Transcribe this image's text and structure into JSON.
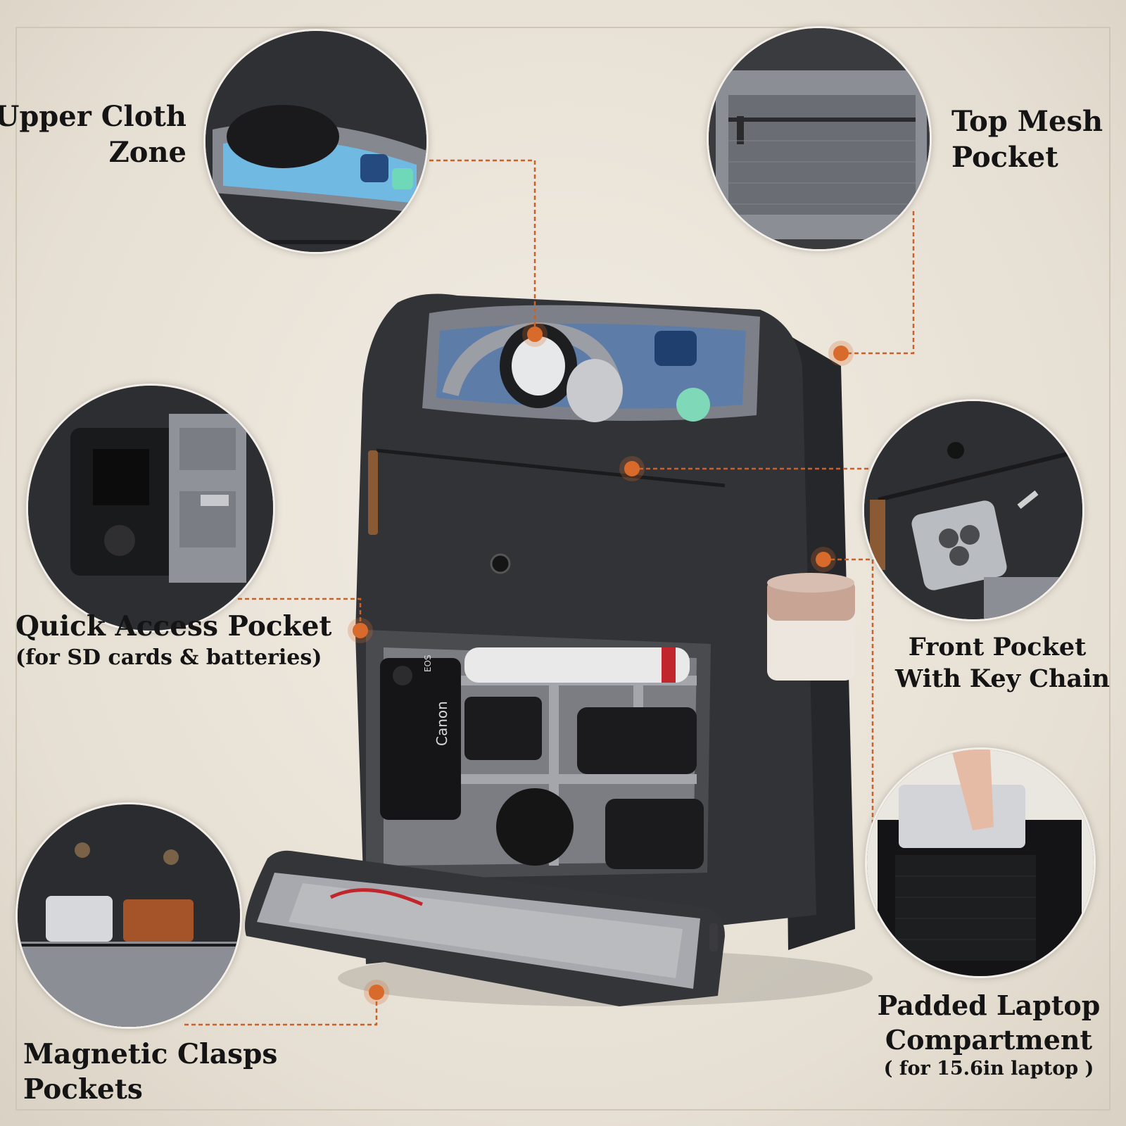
{
  "colors": {
    "background": "#ece6dc",
    "bag_body": "#2e2f32",
    "lining": "#8e9096",
    "accent_leader": "#c9622a",
    "text": "#141414"
  },
  "callouts": {
    "upper_cloth": {
      "line1": "Upper Cloth",
      "line2": "Zone"
    },
    "top_mesh": {
      "line1": "Top Mesh",
      "line2": "Pocket"
    },
    "quick_access": {
      "line1": "Quick Access Pocket",
      "line2": "(for SD cards & batteries)"
    },
    "front_pocket": {
      "line1": "Front Pocket",
      "line2": "With Key Chain"
    },
    "magnetic": {
      "line1": "Magnetic Clasps",
      "line2": "Pockets"
    },
    "laptop": {
      "line1": "Padded Laptop",
      "line2": "Compartment",
      "line3": "( for 15.6in laptop )"
    }
  },
  "product_text": {
    "camera_brand": "Canon",
    "camera_model": "EOS"
  },
  "icons": [
    "leader-dot-icon",
    "zipper-pull-icon",
    "magnetic-snap-icon"
  ]
}
